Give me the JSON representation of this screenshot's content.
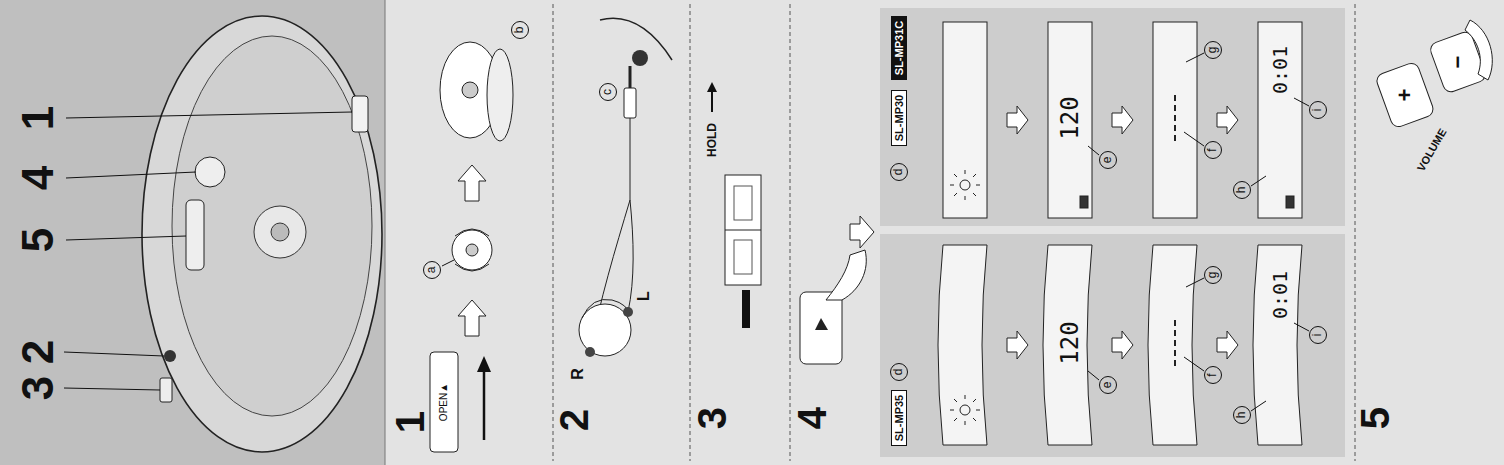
{
  "diagram": {
    "nodes": [
      {
        "text": [
          "SL-MP31C"
        ]
      },
      {
        "text": [
          "SL-MP30"
        ]
      },
      {
        "text": [
          "SL-MP35"
        ]
      }
    ],
    "labels": [
      "1",
      "4",
      "5",
      "3",
      "2",
      "1",
      "OPEN▲",
      "a",
      "b",
      "2",
      "c",
      "R",
      "L",
      "3",
      "HOLD",
      "4",
      "d",
      "120",
      "e",
      "f",
      "g",
      "h",
      "0:01",
      "i",
      "d",
      "120",
      "e",
      "f",
      "g",
      "h",
      "0:01",
      "i",
      "5",
      "+",
      "−",
      "VOLUME"
    ]
  }
}
